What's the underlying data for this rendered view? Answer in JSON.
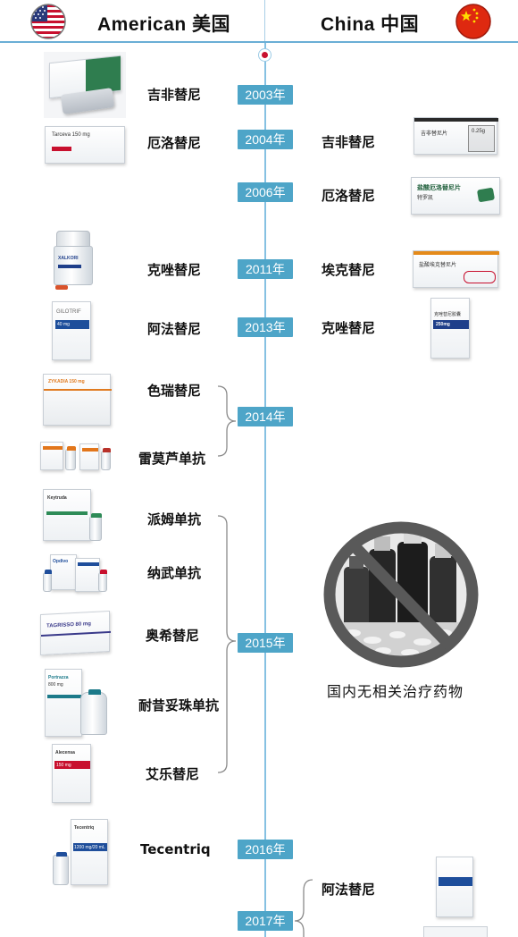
{
  "header": {
    "left_title": "American  美国",
    "right_title": "China 中国",
    "left_flag": "usa-flag-icon",
    "right_flag": "china-flag-icon"
  },
  "colors": {
    "year_badge": "#4ea5c8",
    "axis": "#86c1e2",
    "start_dot": "#c8102e"
  },
  "years": [
    "2003年",
    "2004年",
    "2006年",
    "2011年",
    "2013年",
    "2014年",
    "2015年",
    "2016年",
    "2017年"
  ],
  "us_drugs": [
    "吉非替尼",
    "厄洛替尼",
    "克唑替尼",
    "阿法替尼",
    "色瑞替尼",
    "雷莫芦单抗",
    "派姆单抗",
    "纳武单抗",
    "奥希替尼",
    "耐昔妥珠单抗",
    "艾乐替尼",
    "Tecentriq"
  ],
  "cn_drugs": [
    "吉非替尼",
    "厄洛替尼",
    "埃克替尼",
    "克唑替尼",
    "阿法替尼"
  ],
  "no_drug_caption": "国内无相关治疗药物",
  "package_text": {
    "tarceva": "Tarceva 150 mg",
    "gilotrif": "GILOTRIF",
    "gilotrif_dose": "40 mg",
    "zykadia": "ZYKADIA 150 mg",
    "keytruda": "Keytruda",
    "opdivo": "Opdivo",
    "tagrisso": "TAGRISSO 80 mg",
    "portrazza": "Portrazza",
    "portrazza_dose": "800 mg",
    "alecensa": "Alecensa",
    "alecensa_dose": "150 mg",
    "tecentriq": "Tecentriq",
    "tecentriq_dose": "1200 mg/20 mL",
    "xalkori": "XALKORI",
    "cn_gefitinib": "吉非替尼片",
    "cn_gefitinib_dose": "0.25g",
    "cn_erlotinib": "盐酸厄洛替尼片",
    "cn_erlotinib_brand": "特罗凯",
    "cn_icotinib": "盐酸埃克替尼片",
    "cn_crizotinib": "克唑替尼胶囊",
    "cn_crizotinib_dose": "250mg"
  }
}
